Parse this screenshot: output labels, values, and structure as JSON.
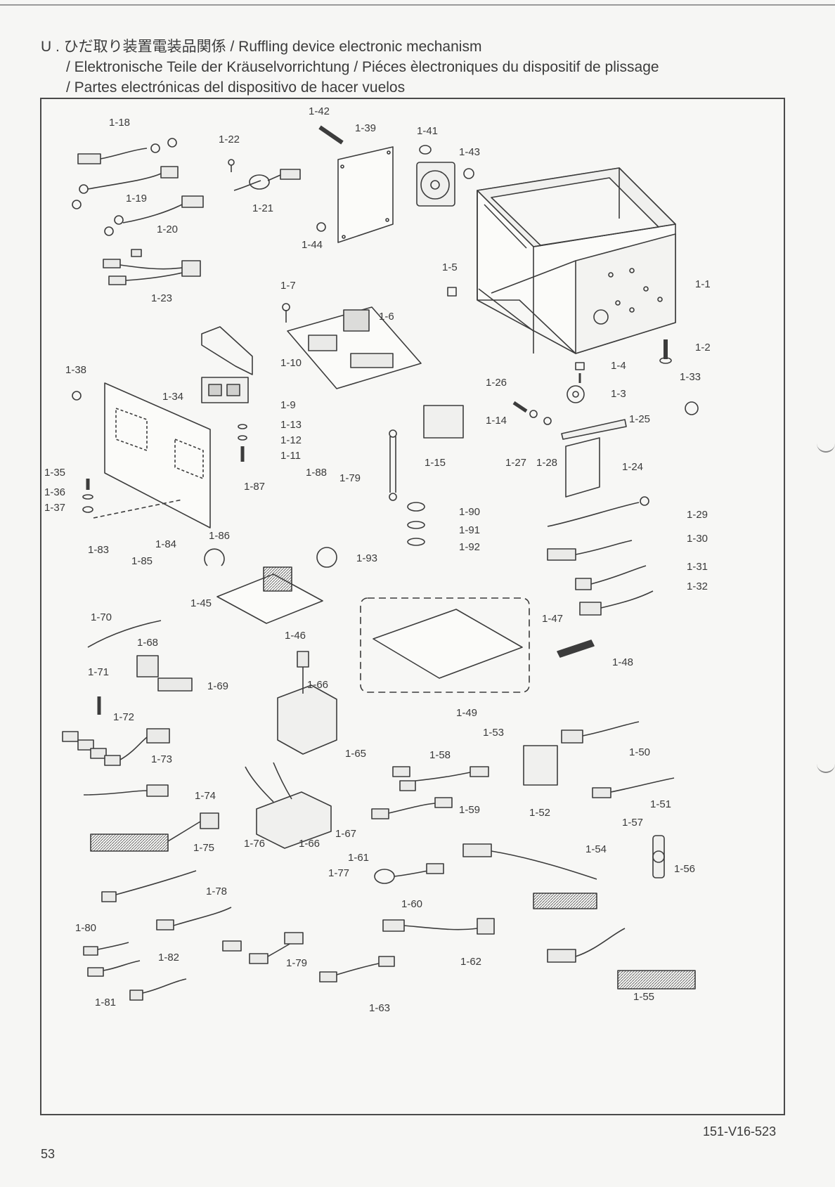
{
  "header": {
    "line1": "U . ひだ取り装置電装品関係 / Ruffling device electronic mechanism",
    "line2": "/ Elektronische Teile der Kräuselvorrichtung / Piéces èlectroniques du dispositif de plissage",
    "line3": "/ Partes electrónicas del dispositivo de hacer vuelos"
  },
  "diagram": {
    "part_labels": [
      "1-1",
      "1-2",
      "1-3",
      "1-4",
      "1-5",
      "1-6",
      "1-7",
      "1-9",
      "1-10",
      "1-11",
      "1-12",
      "1-13",
      "1-14",
      "1-15",
      "1-18",
      "1-19",
      "1-20",
      "1-21",
      "1-22",
      "1-23",
      "1-24",
      "1-25",
      "1-26",
      "1-27",
      "1-28",
      "1-29",
      "1-30",
      "1-31",
      "1-32",
      "1-33",
      "1-34",
      "1-35",
      "1-36",
      "1-37",
      "1-38",
      "1-39",
      "1-41",
      "1-42",
      "1-43",
      "1-44",
      "1-45",
      "1-46",
      "1-47",
      "1-48",
      "1-49",
      "1-50",
      "1-51",
      "1-52",
      "1-53",
      "1-54",
      "1-55",
      "1-56",
      "1-57",
      "1-58",
      "1-59",
      "1-60",
      "1-61",
      "1-62",
      "1-63",
      "1-65",
      "1-66",
      "1-66",
      "1-67",
      "1-68",
      "1-69",
      "1-70",
      "1-71",
      "1-72",
      "1-73",
      "1-74",
      "1-75",
      "1-76",
      "1-77",
      "1-78",
      "1-79",
      "1-79",
      "1-80",
      "1-81",
      "1-82",
      "1-83",
      "1-84",
      "1-85",
      "1-86",
      "1-87",
      "1-88",
      "1-90",
      "1-91",
      "1-92",
      "1-93"
    ]
  },
  "footer": {
    "doc_code": "151-V16-523",
    "page_number": "53"
  }
}
